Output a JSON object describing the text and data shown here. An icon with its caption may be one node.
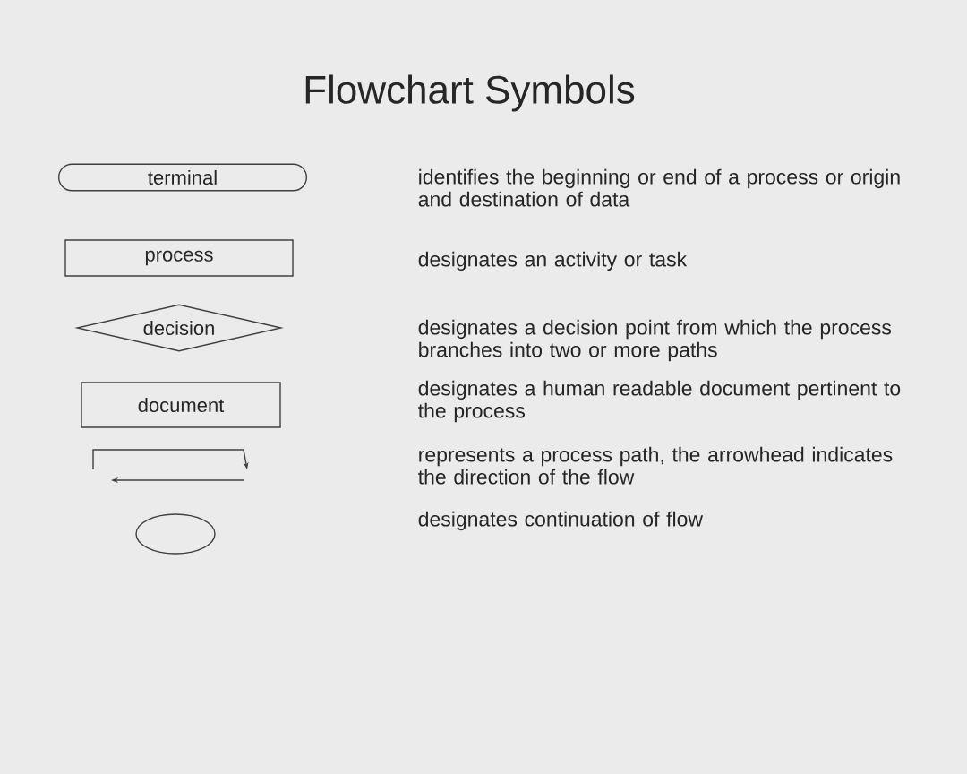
{
  "diagram": {
    "title": "Flowchart Symbols",
    "nodes": [
      {
        "text": [
          "terminal"
        ]
      },
      {
        "text": [
          "process"
        ]
      },
      {
        "text": [
          "decision"
        ]
      },
      {
        "text": [
          "document"
        ]
      },
      {
        "text": [],
        "shape": "circle"
      }
    ],
    "edges": [],
    "labels": [
      "identifies the beginning or end of a process or origin and destination of data",
      "designates an activity or task",
      "designates a decision point from which the process branches into two or more paths",
      "designates a human readable document pertinent to the process",
      "represents a process path, the arrowhead indicates the direction of the flow",
      "designates continuation of flow"
    ]
  }
}
